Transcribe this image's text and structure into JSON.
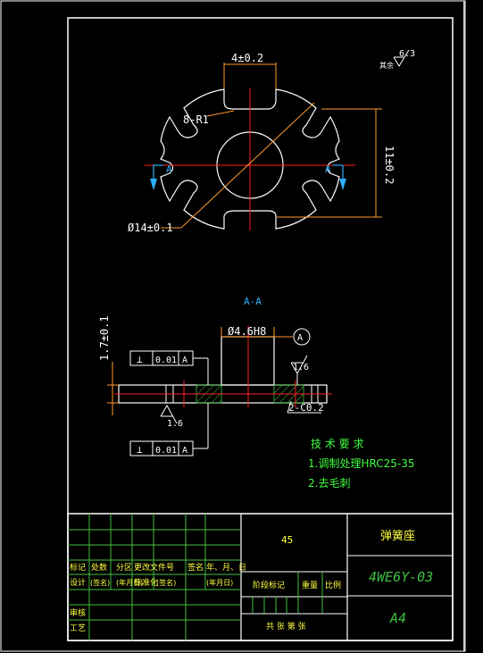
{
  "drawing": {
    "top_view": {
      "width_dim": "4±0.2",
      "radius_note": "8-R1",
      "diameter_dim": "Ø14±0.1",
      "height_dim": "11±0.2",
      "section_left": "A",
      "section_right": "A"
    },
    "roughness_other": {
      "label": "其余",
      "value": "6.3"
    },
    "section_view": {
      "title": "A-A",
      "bore_dim": "Ø4.6H8",
      "thickness_dim": "1.7±0.1",
      "roughness_top": "1.6",
      "roughness_bottom": "1.6",
      "chamfer": "2-C0.2",
      "tol_top": {
        "symbol": "⊥",
        "value": "0.01",
        "datum": "A"
      },
      "tol_bottom": {
        "symbol": "⊥",
        "value": "0.01",
        "datum": "A"
      }
    },
    "tech_req": {
      "title": "技 术 要 求",
      "items": [
        "1.调制处理HRC25-35",
        "2.去毛刺"
      ]
    }
  },
  "title_block": {
    "material": "45",
    "part_name": "弹簧座",
    "drawing_no": "4WE6Y-03",
    "sheet_size": "A4",
    "row_revision": [
      "标记",
      "处数",
      "分区",
      "更改文件号",
      "签名",
      "年、月、日"
    ],
    "row_design": [
      "设计",
      "(签名)",
      "(年月日)",
      "标准化",
      "(签名)",
      "(年月日)"
    ],
    "review": "审核",
    "process": "工艺",
    "stage_labels": [
      "阶段标记",
      "重量",
      "比例"
    ],
    "sheets": "共  张  第  张"
  }
}
